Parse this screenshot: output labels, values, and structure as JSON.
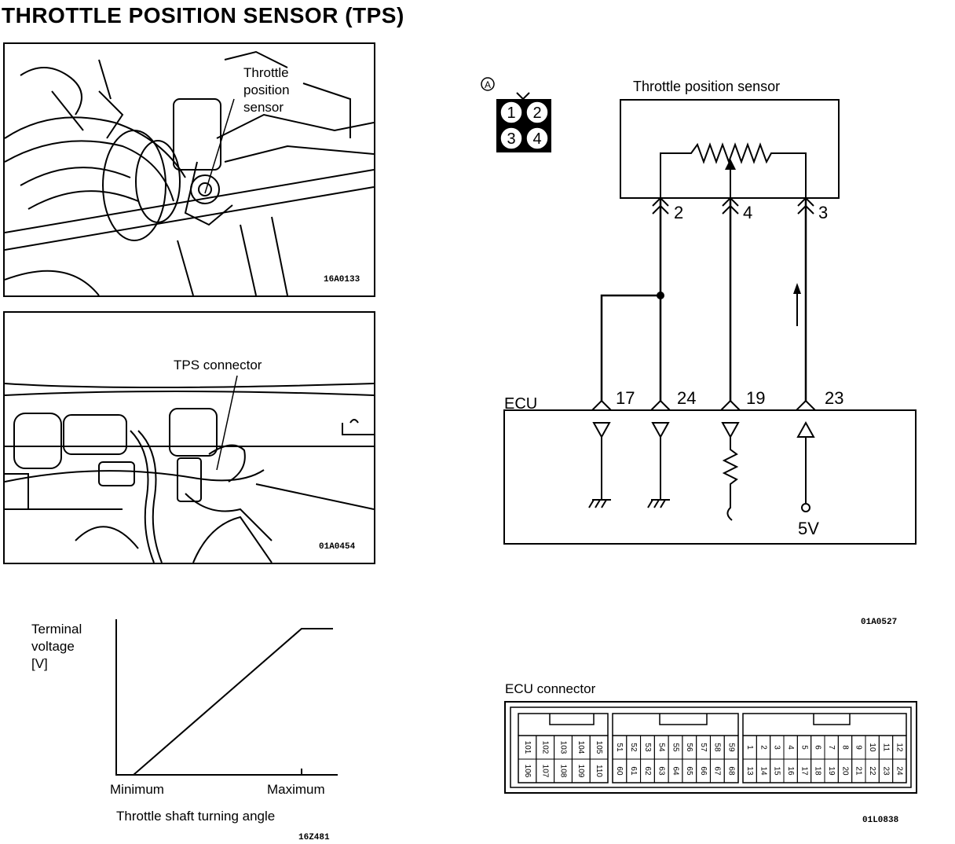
{
  "title": "THROTTLE POSITION SENSOR (TPS)",
  "photo1": {
    "label_lines": [
      "Throttle",
      "position",
      "sensor"
    ],
    "code": "16A0133"
  },
  "photo2": {
    "label": "TPS connector",
    "code": "01A0454"
  },
  "circuit": {
    "connector_marker": "A",
    "connector_pins": [
      "1",
      "2",
      "3",
      "4"
    ],
    "sensor_label": "Throttle position sensor",
    "sensor_pins": [
      "2",
      "4",
      "3"
    ],
    "ecu_label": "ECU",
    "ecu_pins": [
      "17",
      "24",
      "19",
      "23"
    ],
    "supply_label": "5V",
    "code": "01A0527"
  },
  "graph": {
    "ylabel_lines": [
      "Terminal",
      "voltage",
      "[V]"
    ],
    "x_tick_min": "Minimum",
    "x_tick_max": "Maximum",
    "xlabel": "Throttle shaft turning angle",
    "code": "16Z481"
  },
  "ecu_connector": {
    "label": "ECU connector",
    "left_block": {
      "top": [
        "101",
        "102",
        "103",
        "104",
        "105"
      ],
      "bottom": [
        "106",
        "107",
        "108",
        "109",
        "110"
      ]
    },
    "mid_block": {
      "top": [
        "51",
        "52",
        "53",
        "54",
        "55",
        "56",
        "57",
        "58",
        "59"
      ],
      "bottom": [
        "60",
        "61",
        "62",
        "63",
        "64",
        "65",
        "66",
        "67",
        "68"
      ]
    },
    "right_block": {
      "top": [
        "1",
        "2",
        "3",
        "4",
        "5",
        "6",
        "7",
        "8",
        "9",
        "10",
        "11",
        "12"
      ],
      "bottom": [
        "13",
        "14",
        "15",
        "16",
        "17",
        "18",
        "19",
        "20",
        "21",
        "22",
        "23",
        "24"
      ]
    },
    "code": "01L0838"
  }
}
